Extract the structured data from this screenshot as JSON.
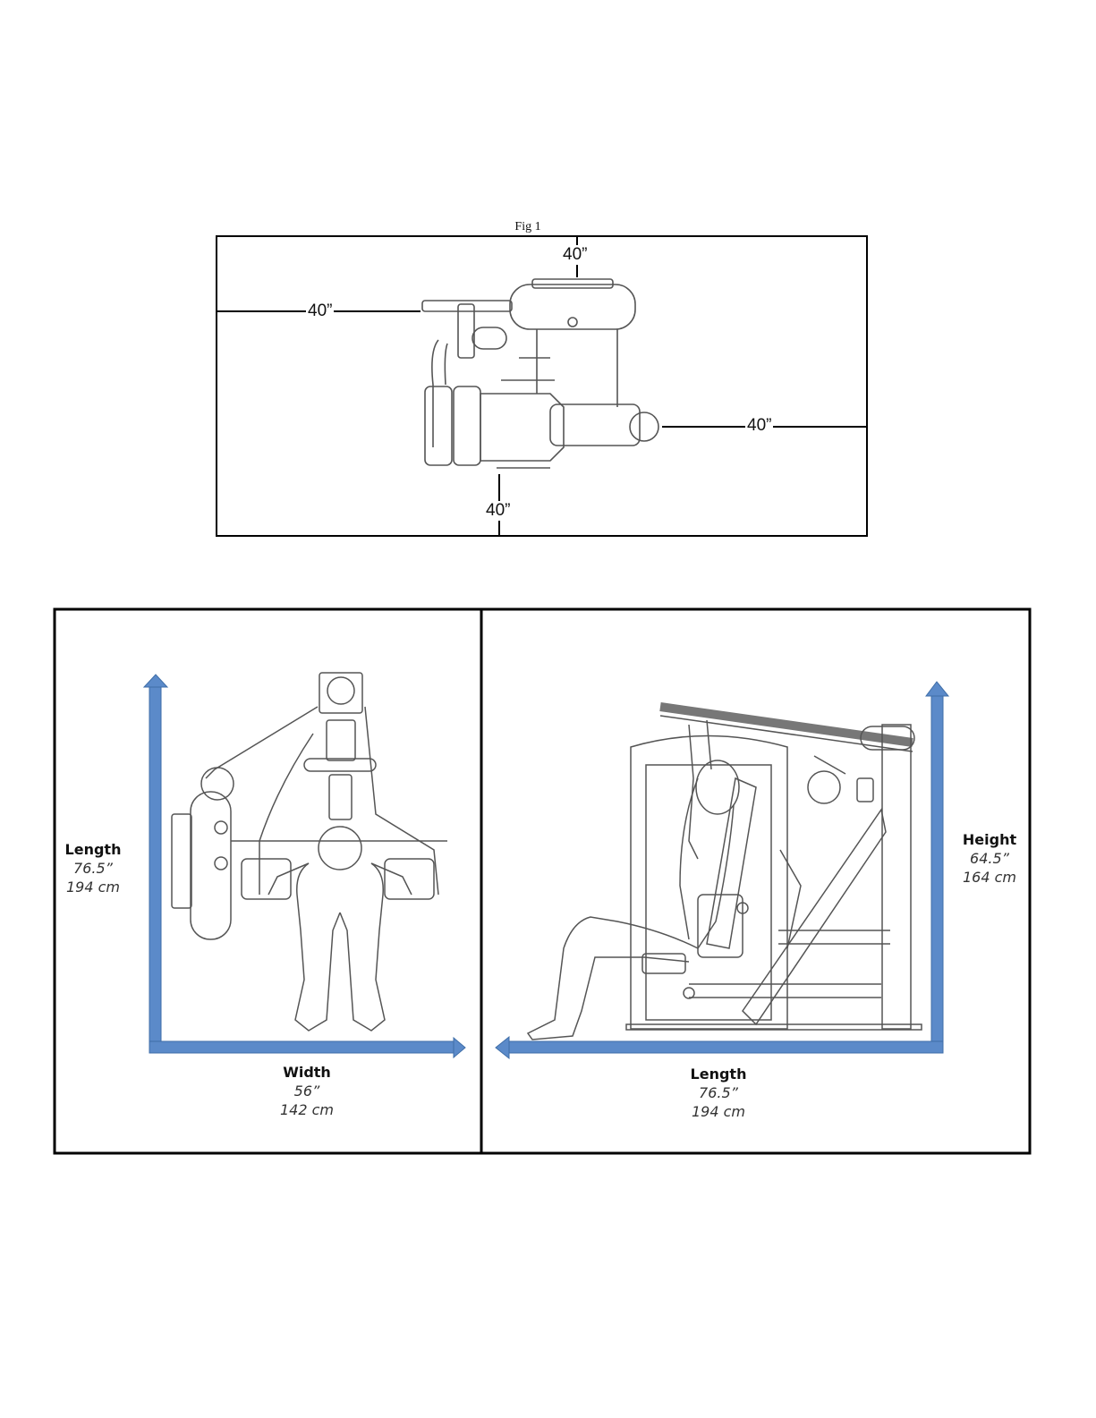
{
  "figure": {
    "caption": "Fig 1",
    "clearance": {
      "top": "40”",
      "left": "40”",
      "right": "40”",
      "bottom": "40”"
    }
  },
  "top_view": {
    "length_label": "Length",
    "length_in": "76.5”",
    "length_cm": "194 cm",
    "width_label": "Width",
    "width_in": "56”",
    "width_cm": "142 cm"
  },
  "side_view": {
    "height_label": "Height",
    "height_in": "64.5”",
    "height_cm": "164 cm",
    "length_label": "Length",
    "length_in": "76.5”",
    "length_cm": "194 cm"
  },
  "colors": {
    "arrow": "#5b8ac9",
    "arrow_stroke": "#3f6ea8",
    "line": "#000000",
    "sketch": "#555555"
  }
}
